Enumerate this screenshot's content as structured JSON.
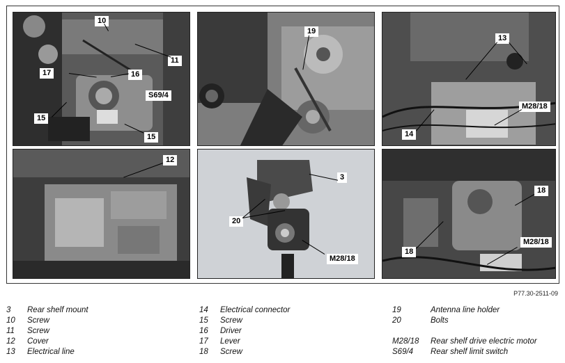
{
  "figure": {
    "code": "P77.30-2511-09",
    "panels": [
      {
        "id": "top-left",
        "labels": [
          "10",
          "11",
          "17",
          "16",
          "S69/4",
          "15",
          "15"
        ]
      },
      {
        "id": "top-center",
        "labels": [
          "19"
        ]
      },
      {
        "id": "top-right",
        "labels": [
          "13",
          "M28/18",
          "14"
        ]
      },
      {
        "id": "bottom-left",
        "labels": [
          "12"
        ]
      },
      {
        "id": "bottom-center",
        "labels": [
          "3",
          "20",
          "M28/18"
        ]
      },
      {
        "id": "bottom-right",
        "labels": [
          "18",
          "18",
          "M28/18"
        ]
      }
    ]
  },
  "legend": {
    "col1": [
      {
        "num": "3",
        "desc": "Rear shelf mount"
      },
      {
        "num": "10",
        "desc": "Screw"
      },
      {
        "num": "11",
        "desc": "Screw"
      },
      {
        "num": "12",
        "desc": "Cover"
      },
      {
        "num": "13",
        "desc": "Electrical line"
      }
    ],
    "col2": [
      {
        "num": "14",
        "desc": "Electrical connector"
      },
      {
        "num": "15",
        "desc": "Screw"
      },
      {
        "num": "16",
        "desc": "Driver"
      },
      {
        "num": "17",
        "desc": "Lever"
      },
      {
        "num": "18",
        "desc": "Screw"
      }
    ],
    "col3a": [
      {
        "num": "19",
        "desc": "Antenna line holder"
      },
      {
        "num": "20",
        "desc": "Bolts"
      }
    ],
    "col3b": [
      {
        "num": "M28/18",
        "desc": "Rear shelf drive electric motor"
      },
      {
        "num": "S69/4",
        "desc": "Rear shelf limit switch"
      }
    ]
  }
}
